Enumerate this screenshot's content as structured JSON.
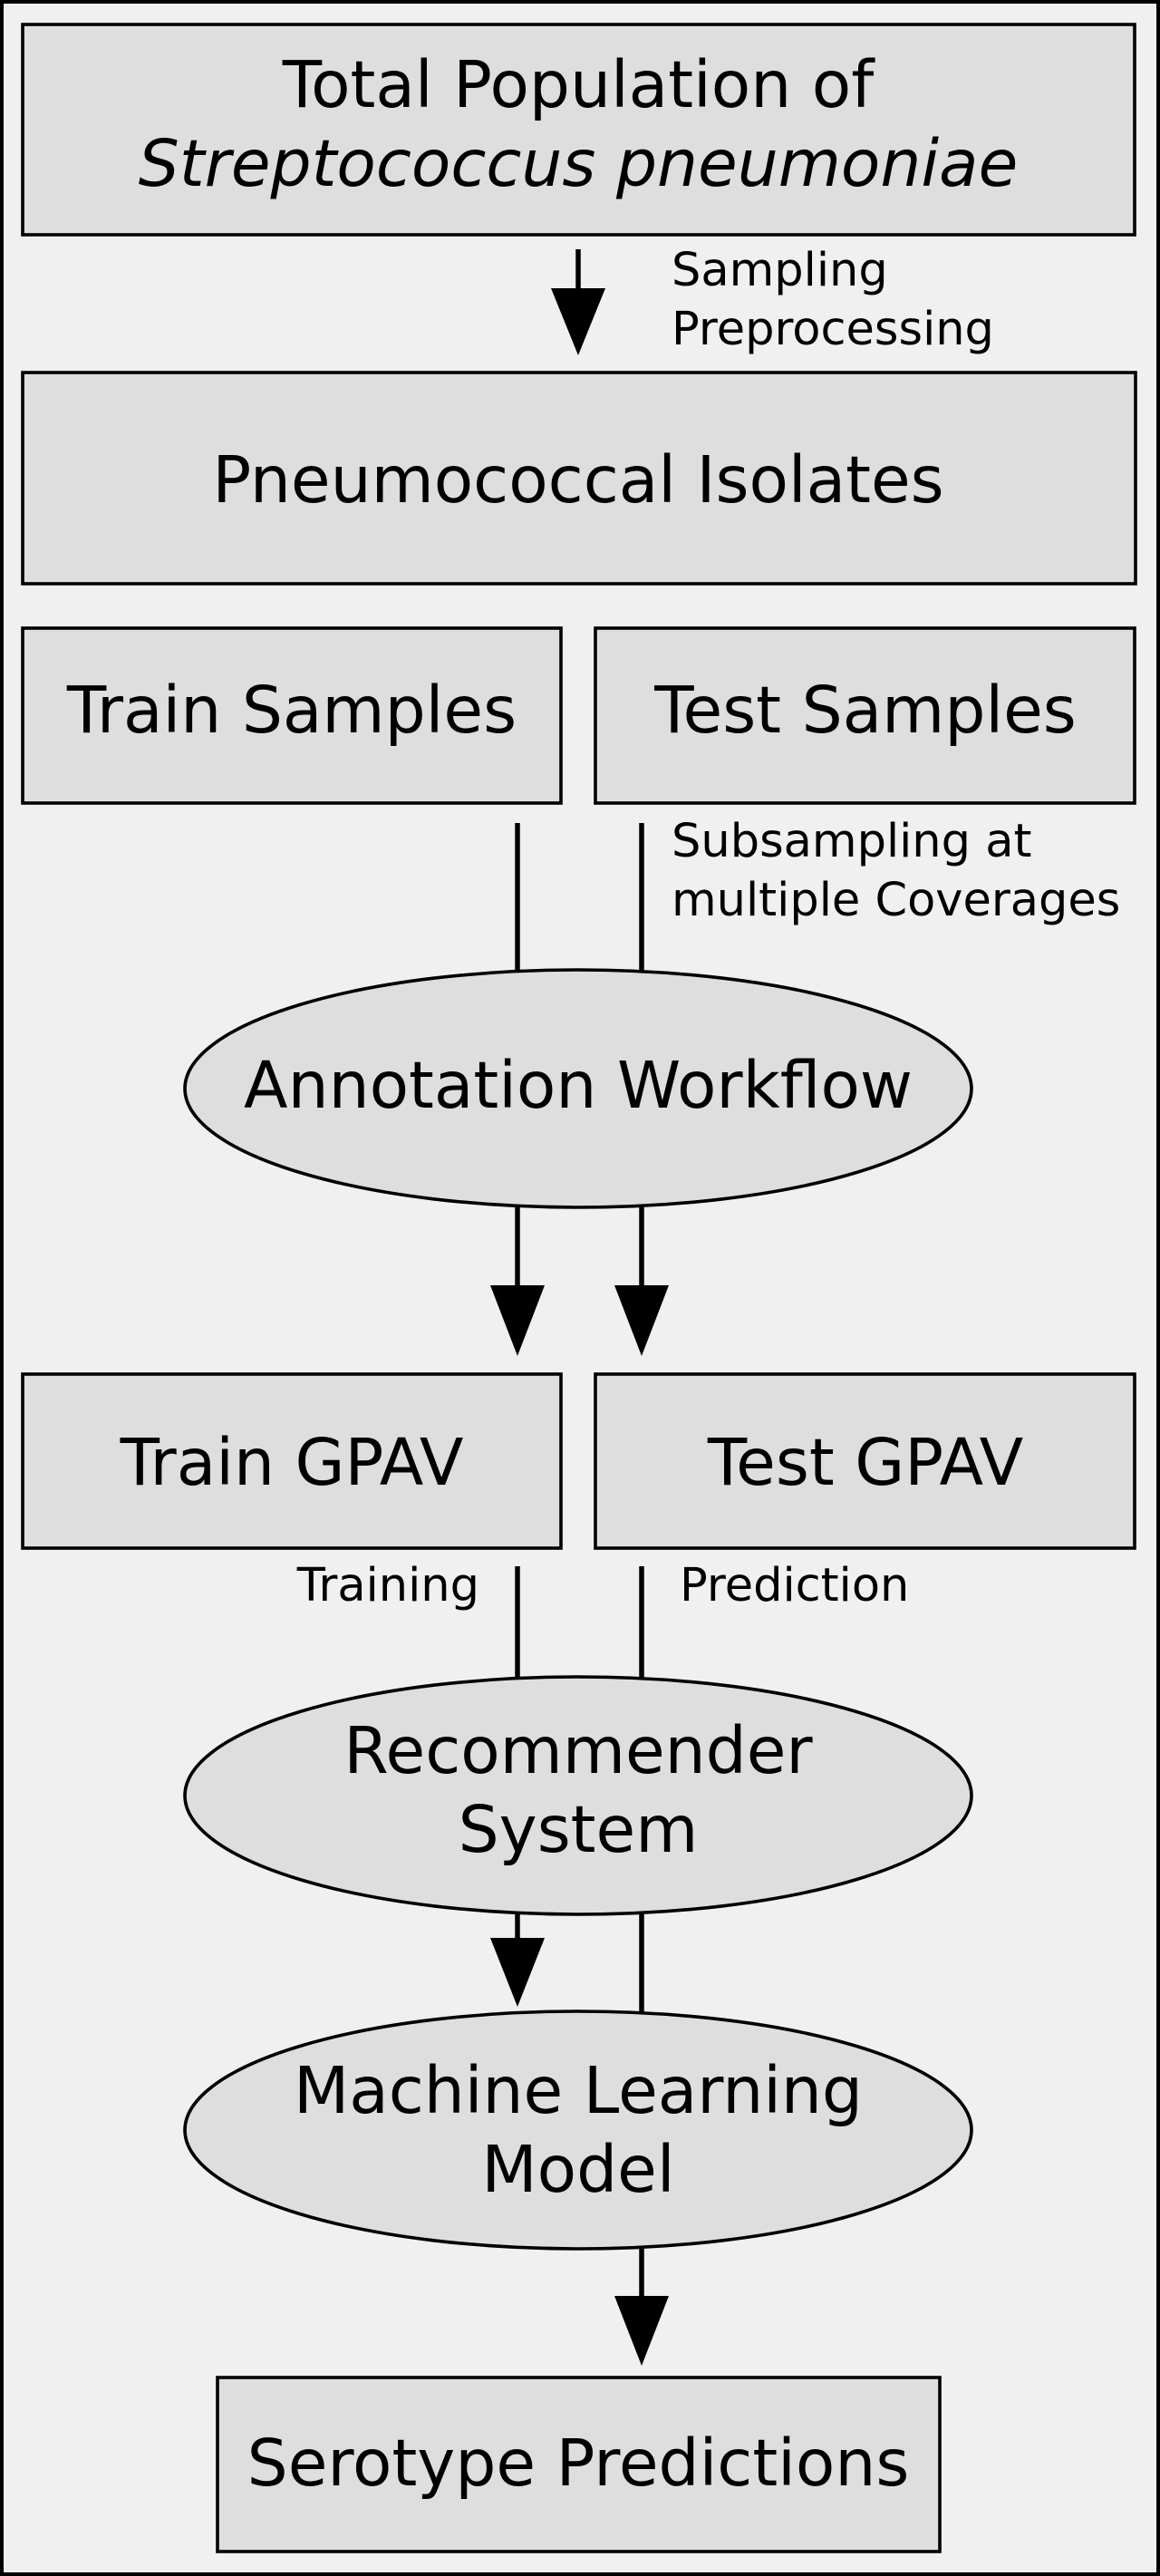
{
  "nodes": {
    "total_population": {
      "line1": "Total Population of",
      "line2": "Streptococcus pneumoniae"
    },
    "isolates": {
      "label": "Pneumococcal Isolates"
    },
    "train_samples": {
      "label": "Train Samples"
    },
    "test_samples": {
      "label": "Test Samples"
    },
    "annotation": {
      "label": "Annotation Workflow"
    },
    "train_gpav": {
      "label": "Train GPAV"
    },
    "test_gpav": {
      "label": "Test GPAV"
    },
    "recommender": {
      "line1": "Recommender",
      "line2": "System"
    },
    "ml_model": {
      "line1": "Machine Learning",
      "line2": "Model"
    },
    "serotype": {
      "label": "Serotype Predictions"
    }
  },
  "edge_labels": {
    "sampling": {
      "line1": "Sampling",
      "line2": "Preprocessing"
    },
    "subsampling": {
      "line1": "Subsampling at",
      "line2": "multiple Coverages"
    },
    "training": "Training",
    "prediction": "Prediction"
  },
  "colors": {
    "background": "#f0f0f0",
    "node_fill": "#dedede",
    "stroke": "#000000"
  }
}
